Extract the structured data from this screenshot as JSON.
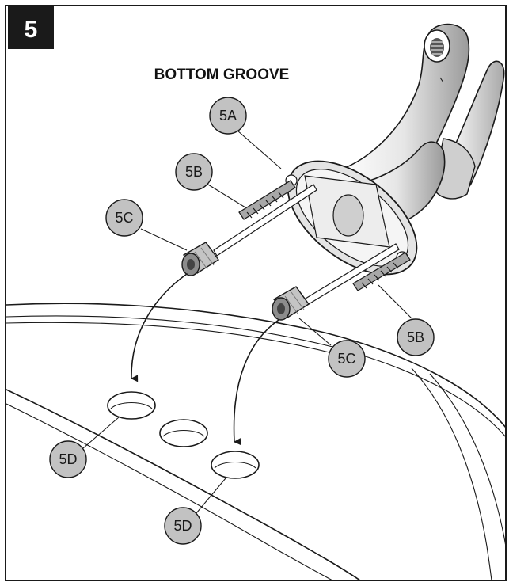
{
  "step": {
    "number": "5"
  },
  "title": "BOTTOM GROOVE",
  "callouts": [
    {
      "id": "5A",
      "label": "5A"
    },
    {
      "id": "5B-left",
      "label": "5B"
    },
    {
      "id": "5C-left",
      "label": "5C"
    },
    {
      "id": "5B-right",
      "label": "5B"
    },
    {
      "id": "5C-right",
      "label": "5C"
    },
    {
      "id": "5D-left",
      "label": "5D"
    },
    {
      "id": "5D-right",
      "label": "5D"
    }
  ],
  "colors": {
    "callout_fill": "#c2c2c2",
    "step_badge": "#1a1a1a",
    "line": "#1a1a1a"
  }
}
